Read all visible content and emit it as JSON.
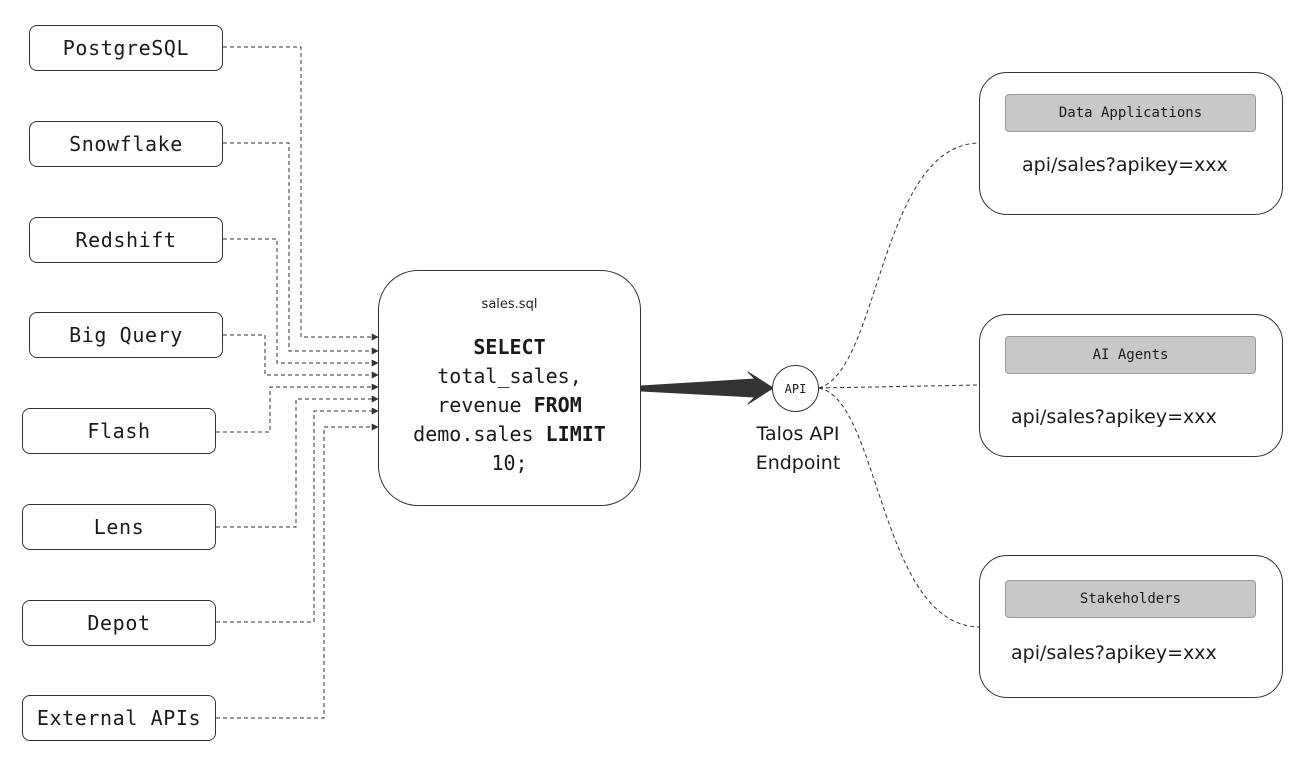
{
  "sources": [
    {
      "id": "postgresql",
      "label": "PostgreSQL"
    },
    {
      "id": "snowflake",
      "label": "Snowflake"
    },
    {
      "id": "redshift",
      "label": "Redshift"
    },
    {
      "id": "bigquery",
      "label": "Big Query"
    },
    {
      "id": "flash",
      "label": "Flash"
    },
    {
      "id": "lens",
      "label": "Lens"
    },
    {
      "id": "depot",
      "label": "Depot"
    },
    {
      "id": "external-apis",
      "label": "External APIs"
    }
  ],
  "sql": {
    "filename": "sales.sql",
    "kw_select": "SELECT",
    "text_fields": "total_sales,",
    "text_revenue": "revenue",
    "kw_from": "FROM",
    "text_table": "demo.sales",
    "kw_limit": "LIMIT",
    "text_limit_value": "10;"
  },
  "api": {
    "node_label": "API",
    "caption_line1": "Talos API",
    "caption_line2": "Endpoint"
  },
  "consumers": [
    {
      "id": "data-applications",
      "title": "Data Applications",
      "url": "api/sales?apikey=xxx"
    },
    {
      "id": "ai-agents",
      "title": "AI Agents",
      "url": "api/sales?apikey=xxx"
    },
    {
      "id": "stakeholders",
      "title": "Stakeholders",
      "url": "api/sales?apikey=xxx"
    }
  ]
}
